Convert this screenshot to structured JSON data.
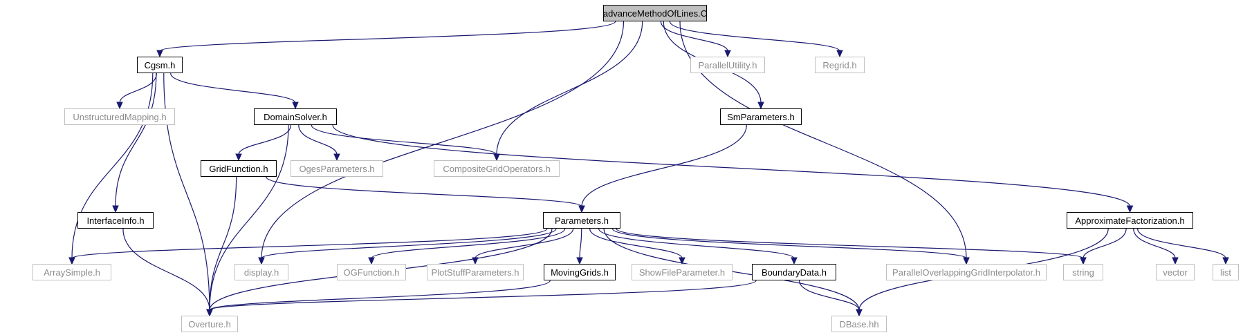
{
  "diagram": {
    "nodes": [
      {
        "id": "root",
        "label": "advanceMethodOfLines.C",
        "kind": "root"
      },
      {
        "id": "cgsm",
        "label": "Cgsm.h",
        "kind": "doc"
      },
      {
        "id": "parutil",
        "label": "ParallelUtility.h",
        "kind": "undoc"
      },
      {
        "id": "regrid",
        "label": "Regrid.h",
        "kind": "undoc"
      },
      {
        "id": "unstruct",
        "label": "UnstructuredMapping.h",
        "kind": "undoc"
      },
      {
        "id": "domain",
        "label": "DomainSolver.h",
        "kind": "doc"
      },
      {
        "id": "smparams",
        "label": "SmParameters.h",
        "kind": "doc"
      },
      {
        "id": "gridfn",
        "label": "GridFunction.h",
        "kind": "doc"
      },
      {
        "id": "ogesparams",
        "label": "OgesParameters.h",
        "kind": "undoc"
      },
      {
        "id": "cgo",
        "label": "CompositeGridOperators.h",
        "kind": "undoc"
      },
      {
        "id": "iface",
        "label": "InterfaceInfo.h",
        "kind": "doc"
      },
      {
        "id": "params",
        "label": "Parameters.h",
        "kind": "doc"
      },
      {
        "id": "approx",
        "label": "ApproximateFactorization.h",
        "kind": "doc"
      },
      {
        "id": "arraysimple",
        "label": "ArraySimple.h",
        "kind": "undoc"
      },
      {
        "id": "display",
        "label": "display.h",
        "kind": "undoc"
      },
      {
        "id": "ogfunc",
        "label": "OGFunction.h",
        "kind": "undoc"
      },
      {
        "id": "plotstuff",
        "label": "PlotStuffParameters.h",
        "kind": "undoc"
      },
      {
        "id": "moving",
        "label": "MovingGrids.h",
        "kind": "doc"
      },
      {
        "id": "showfile",
        "label": "ShowFileParameter.h",
        "kind": "undoc"
      },
      {
        "id": "bdata",
        "label": "BoundaryData.h",
        "kind": "doc"
      },
      {
        "id": "pogi",
        "label": "ParallelOverlappingGridInterpolator.h",
        "kind": "undoc"
      },
      {
        "id": "string",
        "label": "string",
        "kind": "undoc"
      },
      {
        "id": "vector",
        "label": "vector",
        "kind": "undoc"
      },
      {
        "id": "list",
        "label": "list",
        "kind": "undoc"
      },
      {
        "id": "overture",
        "label": "Overture.h",
        "kind": "undoc"
      },
      {
        "id": "dbase",
        "label": "DBase.hh",
        "kind": "undoc"
      }
    ],
    "edges": [
      [
        "root",
        "cgsm"
      ],
      [
        "root",
        "parutil"
      ],
      [
        "root",
        "regrid"
      ],
      [
        "root",
        "smparams"
      ],
      [
        "root",
        "cgo"
      ],
      [
        "root",
        "display"
      ],
      [
        "root",
        "pogi"
      ],
      [
        "cgsm",
        "unstruct"
      ],
      [
        "cgsm",
        "domain"
      ],
      [
        "cgsm",
        "iface"
      ],
      [
        "cgsm",
        "arraysimple"
      ],
      [
        "cgsm",
        "overture"
      ],
      [
        "domain",
        "gridfn"
      ],
      [
        "domain",
        "ogesparams"
      ],
      [
        "domain",
        "cgo"
      ],
      [
        "domain",
        "approx"
      ],
      [
        "domain",
        "overture"
      ],
      [
        "smparams",
        "params"
      ],
      [
        "gridfn",
        "params"
      ],
      [
        "gridfn",
        "overture"
      ],
      [
        "iface",
        "overture"
      ],
      [
        "params",
        "arraysimple"
      ],
      [
        "params",
        "display"
      ],
      [
        "params",
        "ogfunc"
      ],
      [
        "params",
        "plotstuff"
      ],
      [
        "params",
        "moving"
      ],
      [
        "params",
        "showfile"
      ],
      [
        "params",
        "bdata"
      ],
      [
        "params",
        "pogi"
      ],
      [
        "params",
        "string"
      ],
      [
        "params",
        "overture"
      ],
      [
        "params",
        "dbase"
      ],
      [
        "approx",
        "string"
      ],
      [
        "approx",
        "vector"
      ],
      [
        "approx",
        "list"
      ],
      [
        "approx",
        "dbase"
      ],
      [
        "moving",
        "overture"
      ],
      [
        "bdata",
        "overture"
      ],
      [
        "bdata",
        "dbase"
      ]
    ]
  }
}
